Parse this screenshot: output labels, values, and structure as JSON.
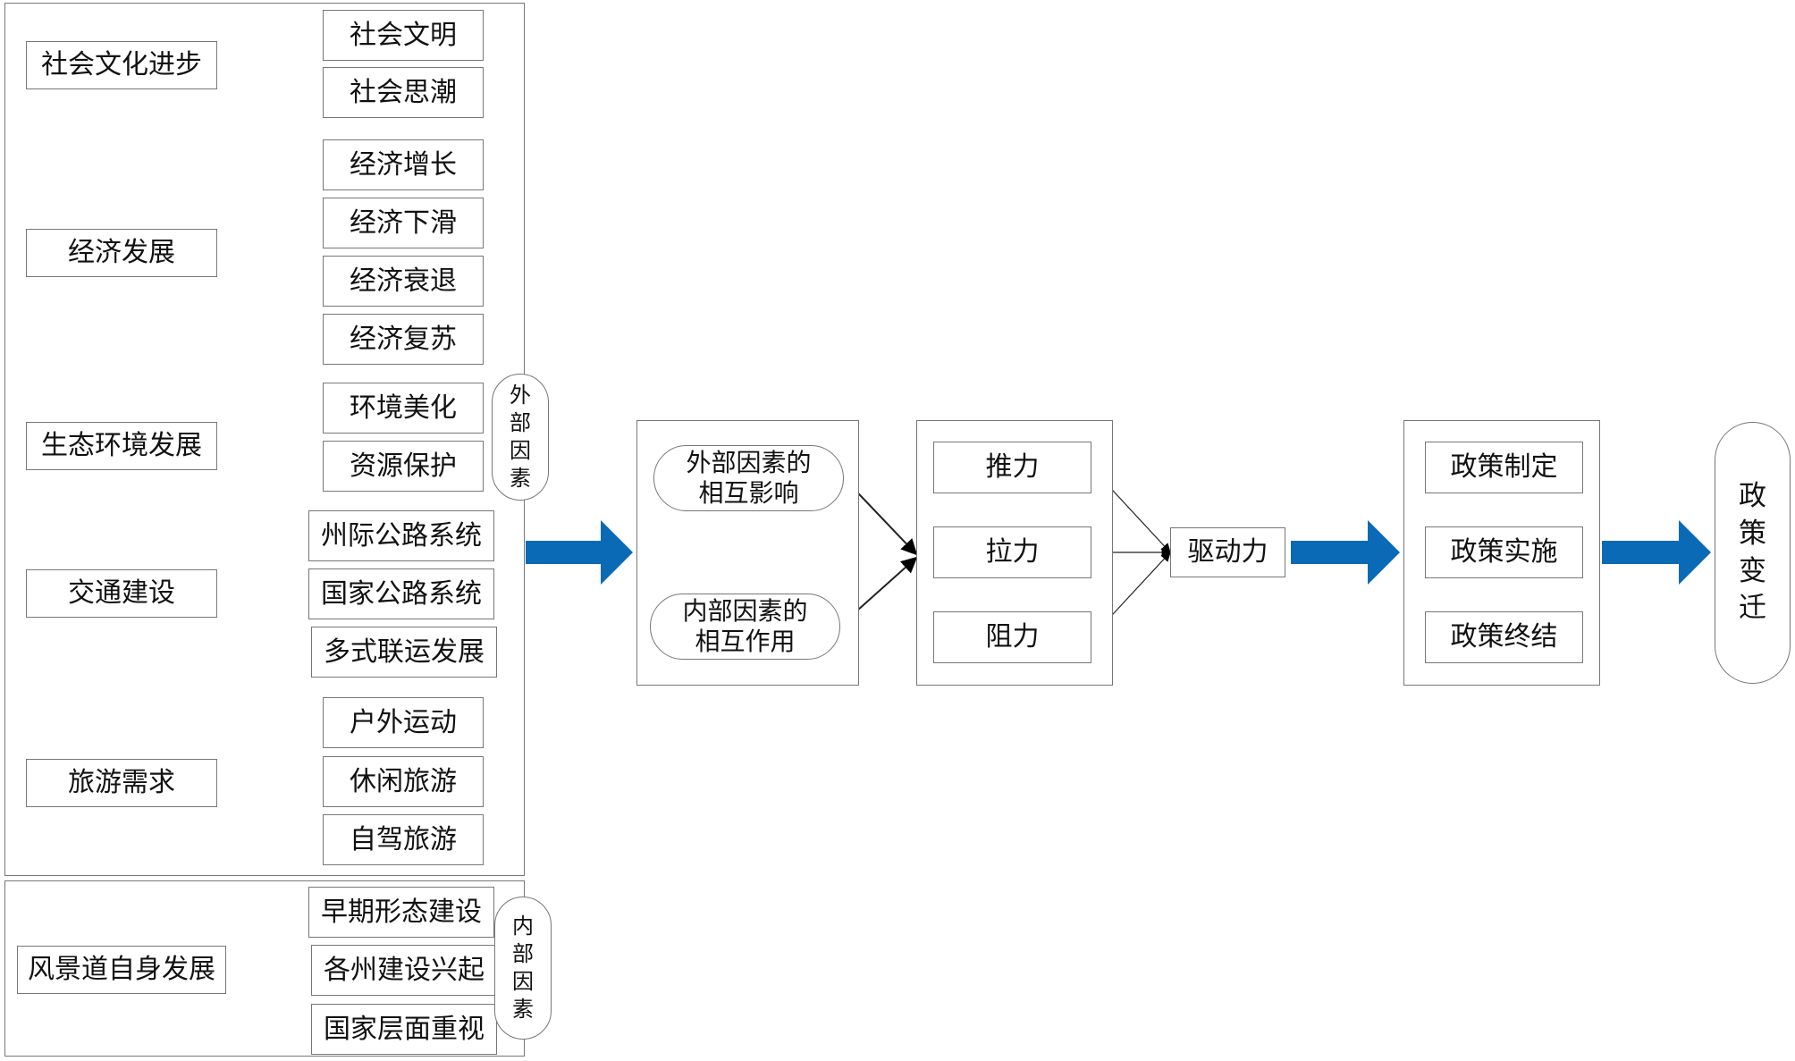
{
  "external_categories": [
    {
      "label": "社会文化进步",
      "children": [
        "社会文明",
        "社会思潮"
      ]
    },
    {
      "label": "经济发展",
      "children": [
        "经济增长",
        "经济下滑",
        "经济衰退",
        "经济复苏"
      ]
    },
    {
      "label": "生态环境发展",
      "children": [
        "环境美化",
        "资源保护"
      ]
    },
    {
      "label": "交通建设",
      "children": [
        "州际公路系统",
        "国家公路系统",
        "多式联运发展"
      ]
    },
    {
      "label": "旅游需求",
      "children": [
        "户外运动",
        "休闲旅游",
        "自驾旅游"
      ]
    }
  ],
  "external_tag": "外部因素",
  "internal_category": {
    "label": "风景道自身发展",
    "children": [
      "早期形态建设",
      "各州建设兴起",
      "国家层面重视"
    ]
  },
  "internal_tag": "内部因素",
  "interaction": {
    "external": [
      "外部因素的",
      "相互影响"
    ],
    "internal": [
      "内部因素的",
      "相互作用"
    ]
  },
  "forces": [
    "推力",
    "拉力",
    "阻力"
  ],
  "driving_force": "驱动力",
  "policy_stages": [
    "政策制定",
    "政策实施",
    "政策终结"
  ],
  "outcome": "政策变迁",
  "colors": {
    "flow_arrow": "#0a6ab5",
    "border": "#777777"
  }
}
